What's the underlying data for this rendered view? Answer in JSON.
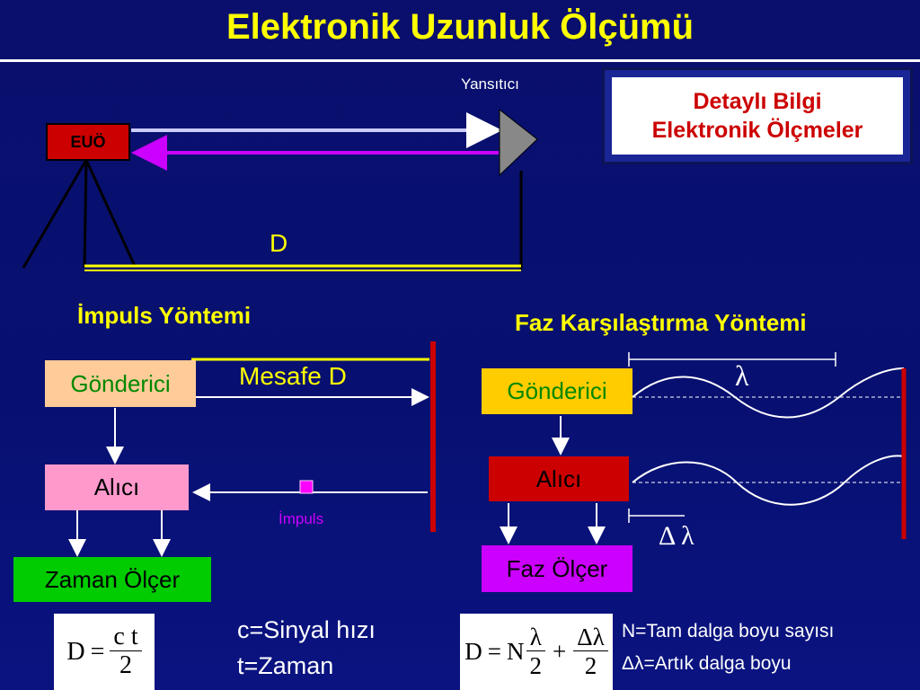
{
  "title": "Elektronik Uzunluk Ölçümü",
  "top_diagram": {
    "reflector_label": "Yansıtıcı",
    "instrument_label": "EUÖ",
    "distance_label": "D"
  },
  "info_box": {
    "line1": "Detaylı Bilgi",
    "line2": "Elektronik Ölçmeler"
  },
  "impulse": {
    "heading": "İmpuls Yöntemi",
    "sender": "Gönderici",
    "receiver": "Alıcı",
    "timer": "Zaman Ölçer",
    "distance_label": "Mesafe D",
    "impulse_label": "İmpuls",
    "formula": {
      "lhs": "D",
      "eq": "=",
      "num": "c t",
      "den": "2"
    },
    "legend1": "c=Sinyal hızı",
    "legend2": "t=Zaman"
  },
  "phase": {
    "heading": "Faz Karşılaştırma Yöntemi",
    "sender": "Gönderici",
    "receiver": "Alıcı",
    "phase_meter": "Faz Ölçer",
    "lambda_symbol": "λ",
    "delta_lambda_symbol": "Δ λ",
    "formula": {
      "lhs": "D",
      "eq": "=",
      "n": "N",
      "num1": "λ",
      "den1": "2",
      "plus": "+",
      "num2": "Δλ",
      "den2": "2"
    },
    "legend1": "N=Tam dalga boyu sayısı",
    "legend2": "Δλ=Artık dalga boyu"
  },
  "colors": {
    "title": "#ffff00",
    "instrument_box": "#cc0000",
    "sender_impulse": "#ffcc99",
    "receiver_impulse": "#ff99cc",
    "timer": "#00cc00",
    "sender_phase": "#ffcc00",
    "receiver_phase": "#cc0000",
    "phase_meter": "#cc00ff"
  }
}
